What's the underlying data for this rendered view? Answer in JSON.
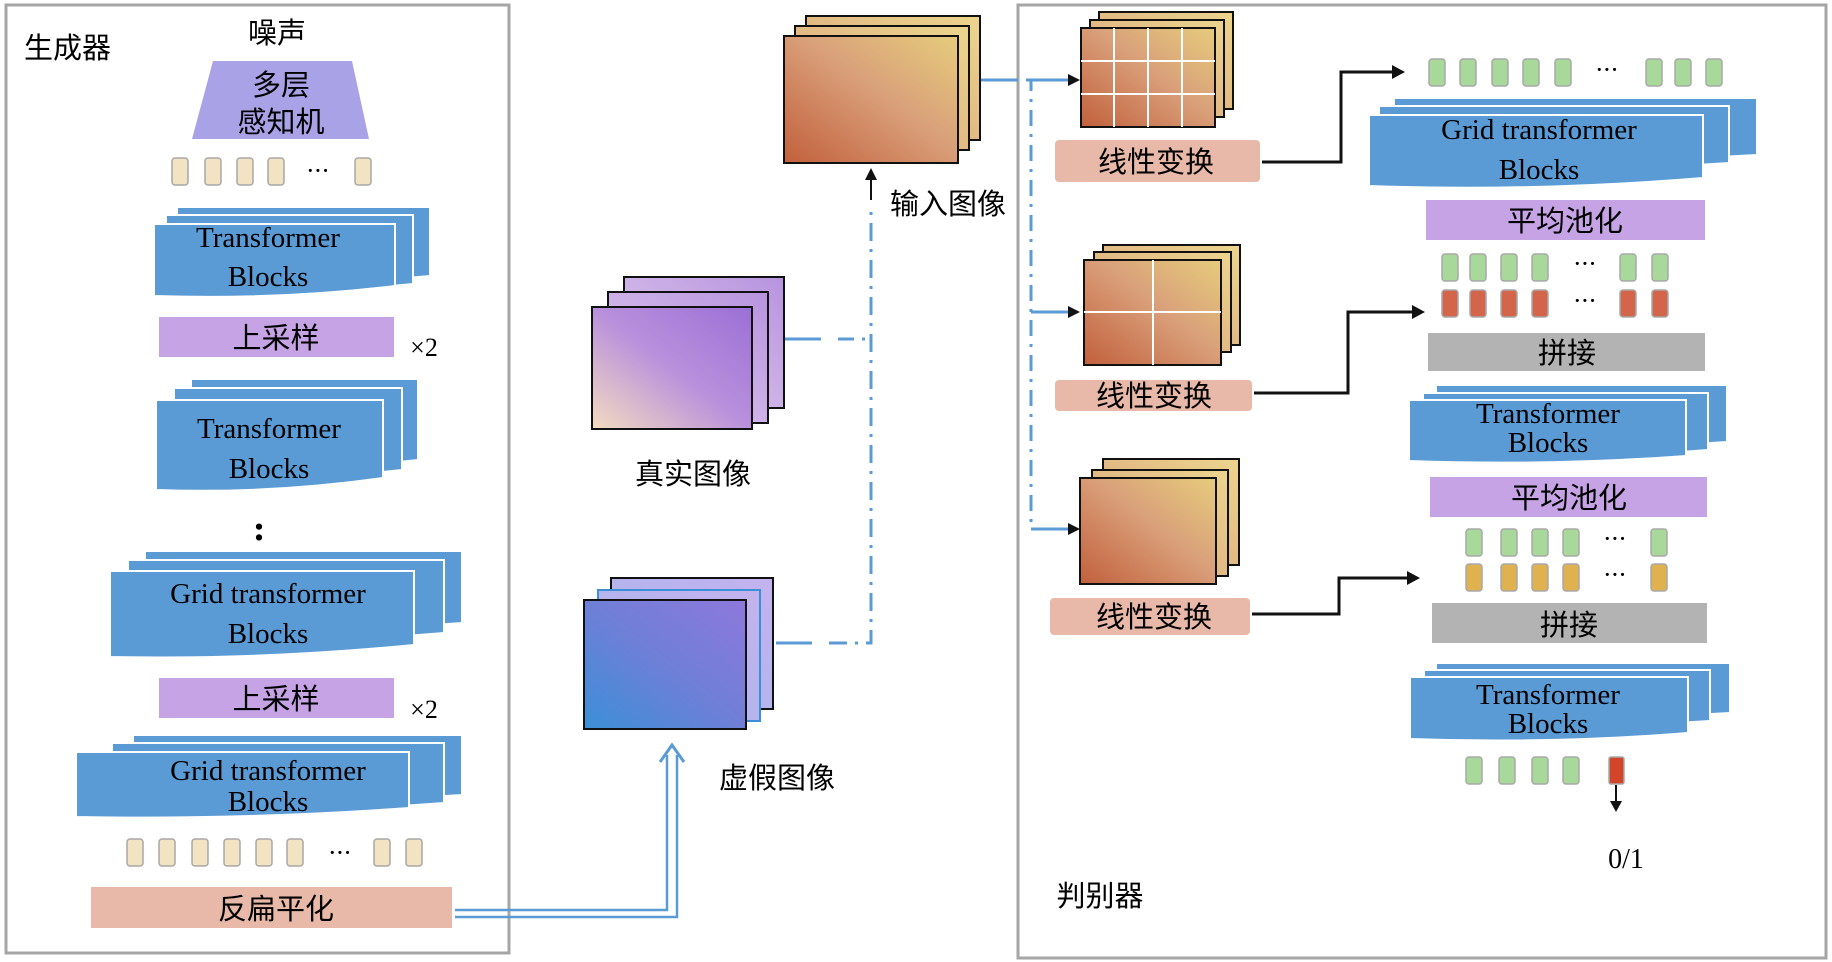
{
  "generator": {
    "title": "生成器",
    "noise": "噪声",
    "mlp_line1": "多层",
    "mlp_line2": "感知机",
    "tb1_line1": "Transformer",
    "tb1_line2": "Blocks",
    "upsample1": "上采样",
    "times1": "×2",
    "tb2_line1": "Transformer",
    "tb2_line2": "Blocks",
    "vdots": ":",
    "grid1_line1": "Grid transformer",
    "grid1_line2": "Blocks",
    "upsample2": "上采样",
    "times2": "×2",
    "grid2_line1": "Grid transformer",
    "grid2_line2": "Blocks",
    "unflatten": "反扁平化",
    "dots": "···"
  },
  "middle": {
    "input_image": "输入图像",
    "real_image": "真实图像",
    "fake_image": "虚假图像"
  },
  "discriminator": {
    "title": "判别器",
    "linear1": "线性变换",
    "linear2": "线性变换",
    "linear3": "线性变换",
    "grid_line1": "Grid transformer",
    "grid_line2": "Blocks",
    "avgpool1": "平均池化",
    "concat1": "拼接",
    "tb1_line1": "Transformer",
    "tb1_line2": "Blocks",
    "avgpool2": "平均池化",
    "concat2": "拼接",
    "tb2_line1": "Transformer",
    "tb2_line2": "Blocks",
    "output": "0/1",
    "dots": "···"
  },
  "colors": {
    "block_blue": "#5b9bd5",
    "purple": "#c5a3e4",
    "salmon": "#e8b9a8",
    "gray": "#b3b3b3",
    "token_cream": "#f2e3c2",
    "token_green": "#a8d99a",
    "token_red": "#d2654a",
    "token_orange": "#e0b24f",
    "mlp": "#a9a2e6",
    "line_blue": "#5b9bd5"
  }
}
